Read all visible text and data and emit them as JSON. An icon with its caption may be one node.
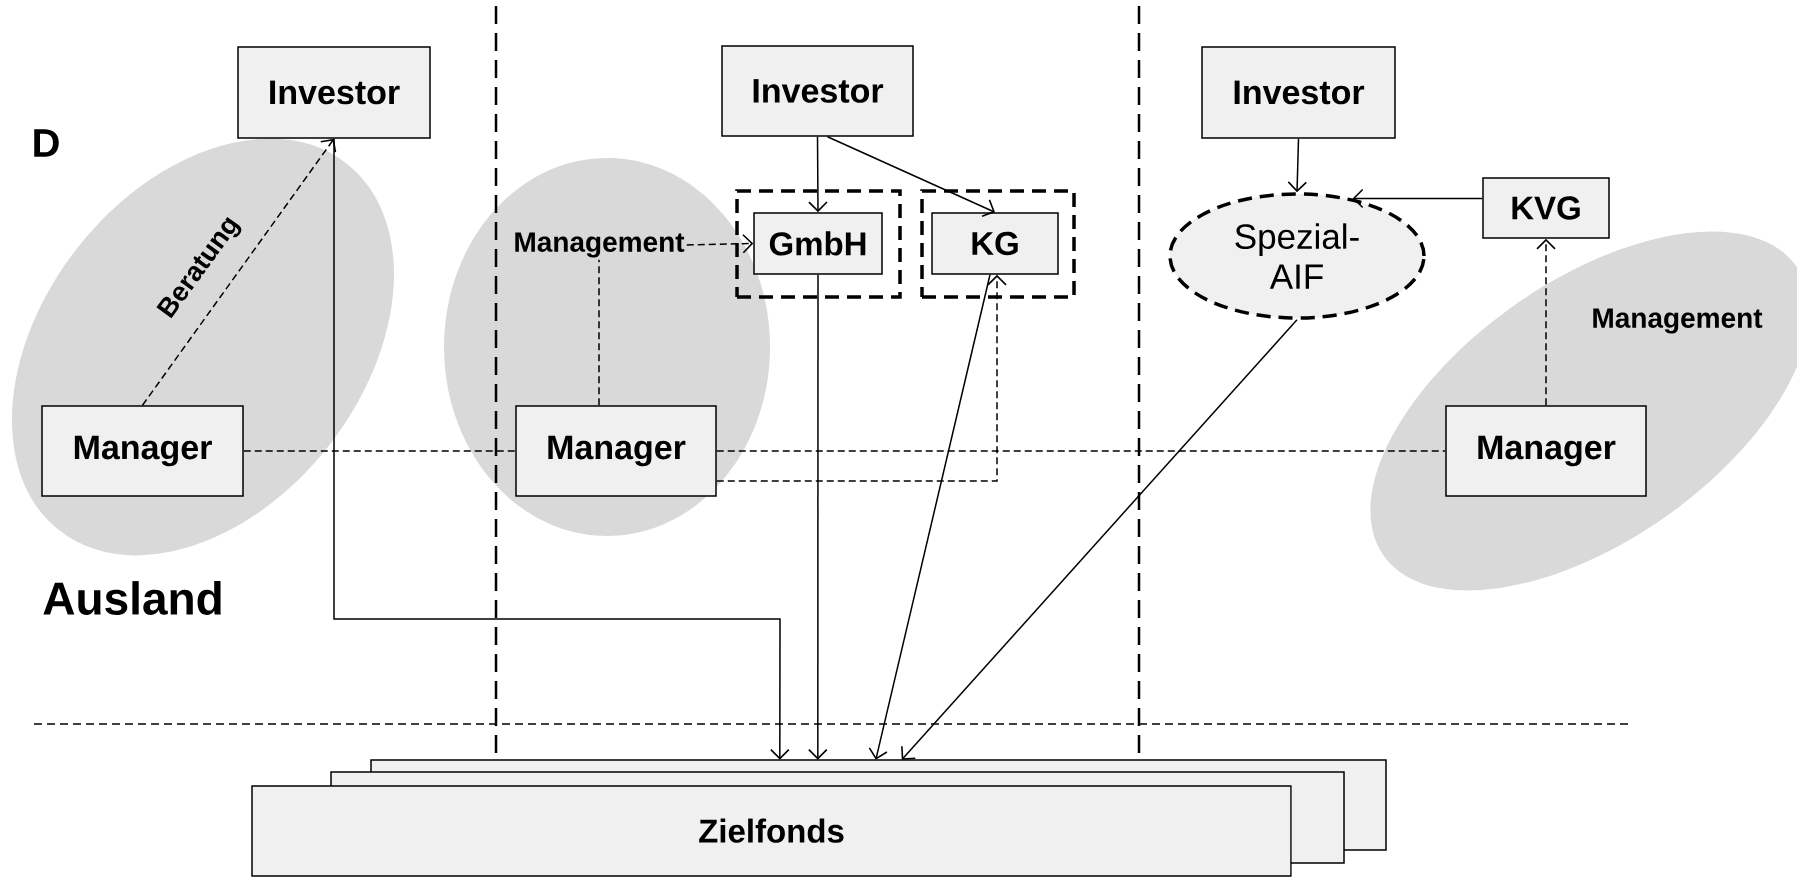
{
  "diagram": {
    "nodes": [
      {
        "text": [
          "Investor"
        ]
      },
      {
        "text": [
          "Manager"
        ]
      },
      {
        "text": [
          "Investor"
        ]
      },
      {
        "text": [],
        "shape": "box"
      },
      {
        "text": [
          "GmbH"
        ],
        "in": 3
      },
      {
        "text": [],
        "shape": "box"
      },
      {
        "text": [
          "KG"
        ],
        "in": 5
      },
      {
        "text": [
          "Management"
        ]
      },
      {
        "text": [
          "Manager"
        ]
      },
      {
        "text": [
          "Investor"
        ]
      },
      {
        "text": [
          "Spezial- AIF"
        ]
      },
      {
        "text": [
          "KVG"
        ]
      },
      {
        "text": [
          "Manager"
        ]
      },
      {
        "text": [
          "Zielfonds"
        ]
      }
    ],
    "edges": [
      {
        "from": 1,
        "to": 0,
        "arrow": "to",
        "style": "dashed",
        "label": "Beratung"
      },
      {
        "from": 0,
        "to": 13,
        "arrow": "to"
      },
      {
        "from": 2,
        "to": 4,
        "arrow": "to"
      },
      {
        "from": 2,
        "to": 6,
        "arrow": "to"
      },
      {
        "from": 7,
        "to": 4,
        "arrow": "to",
        "style": "dashed"
      },
      {
        "from": 8,
        "to": 7,
        "arrow": "none",
        "style": "dashed"
      },
      {
        "from": 4,
        "to": 13,
        "arrow": "to"
      },
      {
        "from": 6,
        "to": 13,
        "arrow": "to"
      },
      {
        "from": 8,
        "to": 6,
        "arrow": "to",
        "style": "dashed"
      },
      {
        "from": 1,
        "to": 8,
        "arrow": "none",
        "style": "dashed"
      },
      {
        "from": 8,
        "to": 12,
        "arrow": "none",
        "style": "dashed"
      },
      {
        "from": 9,
        "to": 10,
        "arrow": "to"
      },
      {
        "from": 11,
        "to": 10,
        "arrow": "to"
      },
      {
        "from": 10,
        "to": 13,
        "arrow": "to"
      },
      {
        "from": 12,
        "to": 11,
        "arrow": "to",
        "style": "dashed",
        "label": "Management"
      }
    ],
    "labels": [
      "D",
      "Ausland"
    ]
  }
}
